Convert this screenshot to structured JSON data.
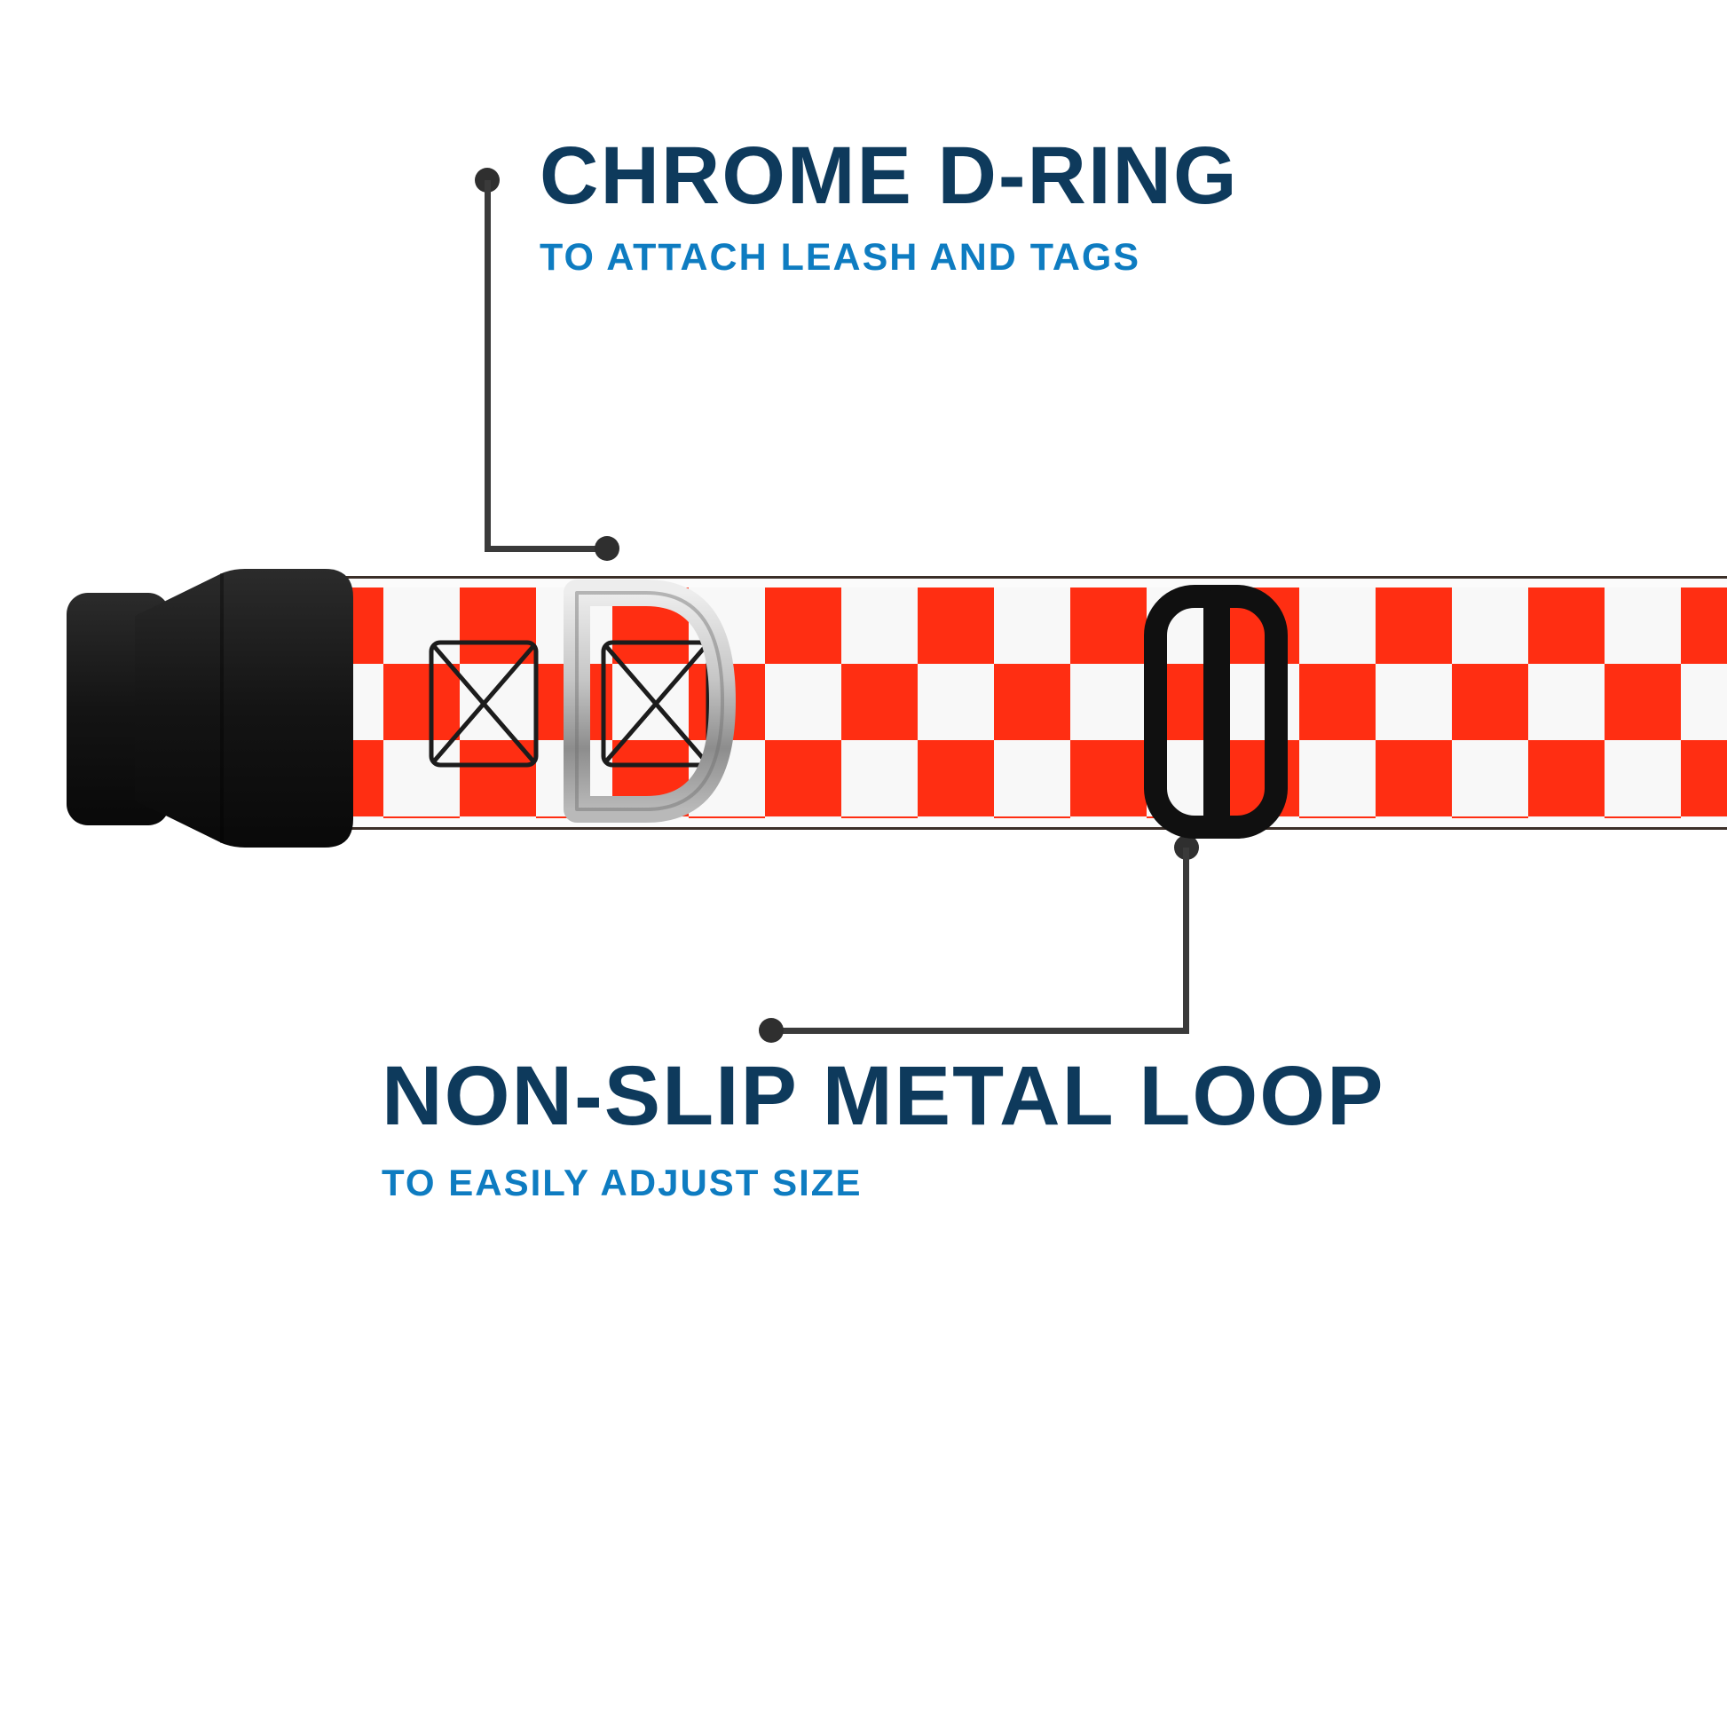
{
  "figure": {
    "background_color": "#ffffff"
  },
  "callouts": {
    "dring": {
      "title": "CHROME D-RING",
      "subtitle": "TO ATTACH LEASH AND TAGS",
      "title_color": "#0e3a5c",
      "subtitle_color": "#0e7cc1"
    },
    "loop": {
      "title": "NON-SLIP METAL LOOP",
      "subtitle": "TO EASILY ADJUST SIZE",
      "title_color": "#0e3a5c",
      "subtitle_color": "#0e7cc1"
    }
  },
  "collar": {
    "webbing_pattern": "checkerboard",
    "checker_red": "#ff2e12",
    "checker_white": "#f8f8f8",
    "webbing_edge_color": "#fbfbfb",
    "webbing_outline_color": "#3b2f28",
    "buckle_color": "#161616",
    "dring_finish": "chrome-silver",
    "stitch_color": "#1c1c1c",
    "slider_color": "#101010",
    "connector_line_color": "#3a3a3a"
  }
}
